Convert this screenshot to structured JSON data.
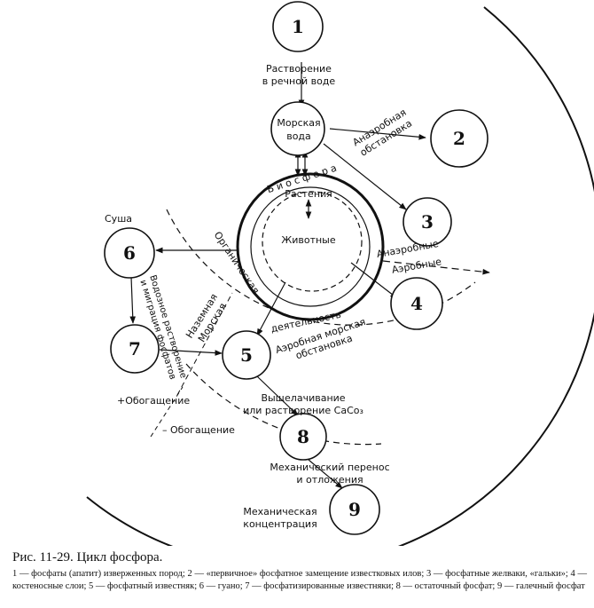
{
  "nodes": {
    "n1": "1",
    "n2": "2",
    "n3": "3",
    "n4": "4",
    "n5": "5",
    "n6": "6",
    "n7": "7",
    "n8": "8",
    "n9": "9"
  },
  "labels": {
    "dissolution_line1": "Растворение",
    "dissolution_line2": "в речной воде",
    "sea_water_line1": "Морская",
    "sea_water_line2": "вода",
    "anaerobic_env_line1": "Анаэробная",
    "anaerobic_env_line2": "обстановка",
    "biosphere": "Б и о с ф е р а",
    "plants": "Растения",
    "animals": "Животные",
    "land": "Суша",
    "anaerobic": "Анаэробные",
    "aerobic": "Аэробные",
    "organic_activity_line1": "Органическая",
    "organic_activity_line2": "деятельность",
    "aerobic_sea_line1": "Аэробная морская",
    "aerobic_sea_line2": "обстановка",
    "ground": "Наземная",
    "marine": "Морская",
    "water_line1": "Водозное растворение",
    "water_line2": "и миграция фосфатов",
    "enrichment_plus": "+Обогащение",
    "enrichment_minus": "– Обогащение",
    "leaching_line1": "Выщелачивание",
    "leaching_line2": "или растворение CaCo₃",
    "transport_line1": "Механический перенос",
    "transport_line2": "и отложения",
    "concentration_line1": "Механическая",
    "concentration_line2": "концентрация"
  },
  "caption": {
    "title": "Рис. 11-29. Цикл фосфора.",
    "text": "1 — фосфаты (апатит) изверженных пород; 2 — «первичное» фосфатное замещение известковых илов; 3 — фосфатные желваки, «гальки»; 4 — костеносные слои; 5 — фосфатный известняк; 6 — гуано; 7 — фосфатизированные известняки; 8 — остаточный фосфат; 9 — галечный фосфат"
  }
}
